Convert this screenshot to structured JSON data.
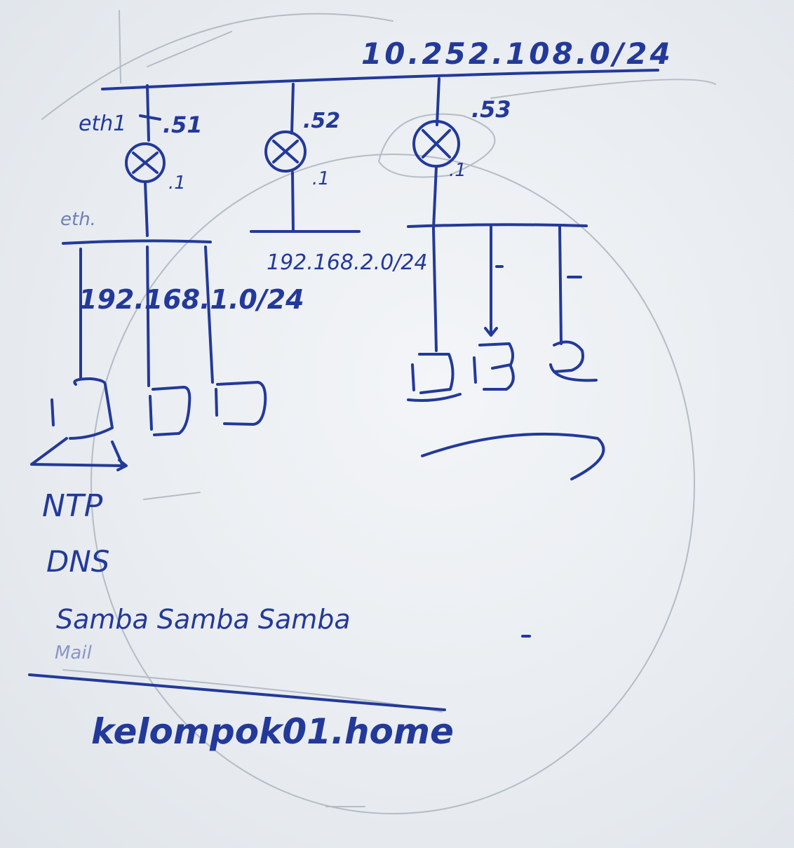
{
  "networks": {
    "backbone": "10.252.108.0/24",
    "lan1": "192.168.1.0/24",
    "lan2": "192.168.2.0/24"
  },
  "routers": {
    "r1_interface_top": "eth1",
    "r1_suffix": ".51",
    "r1_lan_ip": ".1",
    "r1_interface_bottom": "eth.",
    "r2_suffix": ".52",
    "r2_lan_ip": ".1",
    "r3_suffix": ".53",
    "r3_lan_ip": ".1"
  },
  "services": {
    "ntp": "NTP",
    "dns": "DNS",
    "samba_line": "Samba Samba Samba",
    "mail": "Mail"
  },
  "domain_name": "kelompok01.home",
  "colors": {
    "ink": "#23399a",
    "board": "#eceff3"
  }
}
